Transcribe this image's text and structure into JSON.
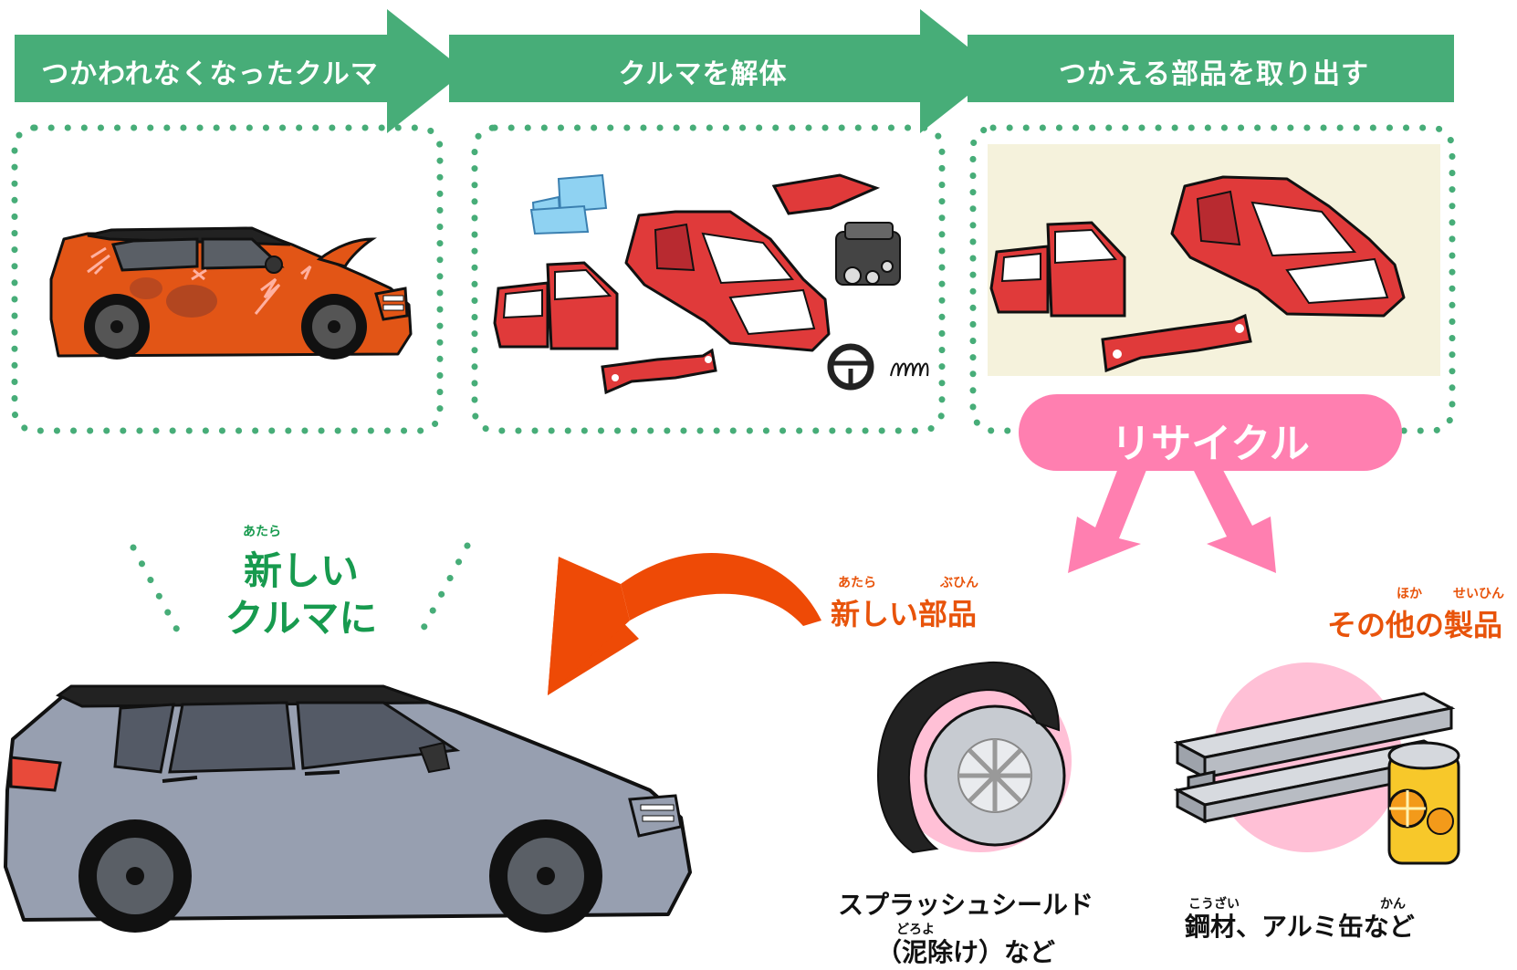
{
  "steps": [
    {
      "label": "つかわれなくなったクルマ"
    },
    {
      "label": "クルマを解体"
    },
    {
      "label": "つかえる部品を取り出す"
    }
  ],
  "recycle": {
    "label": "リサイクル"
  },
  "new_car": {
    "ruby": "あたら",
    "line1": "新しい",
    "line2": "クルマに"
  },
  "new_parts": {
    "ruby1": "あたら",
    "ruby2": "ぶひん",
    "label": "新しい部品"
  },
  "other_products": {
    "ruby1": "ほか",
    "ruby2": "せいひん",
    "label": "その他の製品"
  },
  "splash": {
    "line1": "スプラッシュシールド",
    "ruby": "どろよ",
    "line2": "（泥除け）など"
  },
  "steel": {
    "ruby1": "こうざい",
    "ruby2": "かん",
    "label": "鋼材、アルミ缶など"
  },
  "colors": {
    "green": "#47ad78",
    "green_text": "#179a4e",
    "pink": "#ff7fb0",
    "orange": "#ee4a06",
    "red_body": "#e03a3a",
    "old_car": "#e25516",
    "new_car": "#979fb0",
    "beige_bg": "#f5f2dc"
  },
  "icons": [
    "old-car-icon",
    "windshield-icon",
    "car-door-icon",
    "car-body-frame-icon",
    "hood-panel-icon",
    "engine-icon",
    "steering-wheel-icon",
    "coil-spring-icon",
    "bumper-beam-icon",
    "curved-arrow-icon",
    "new-car-icon",
    "splash-shield-icon",
    "steel-beam-icon",
    "aluminum-can-icon"
  ]
}
